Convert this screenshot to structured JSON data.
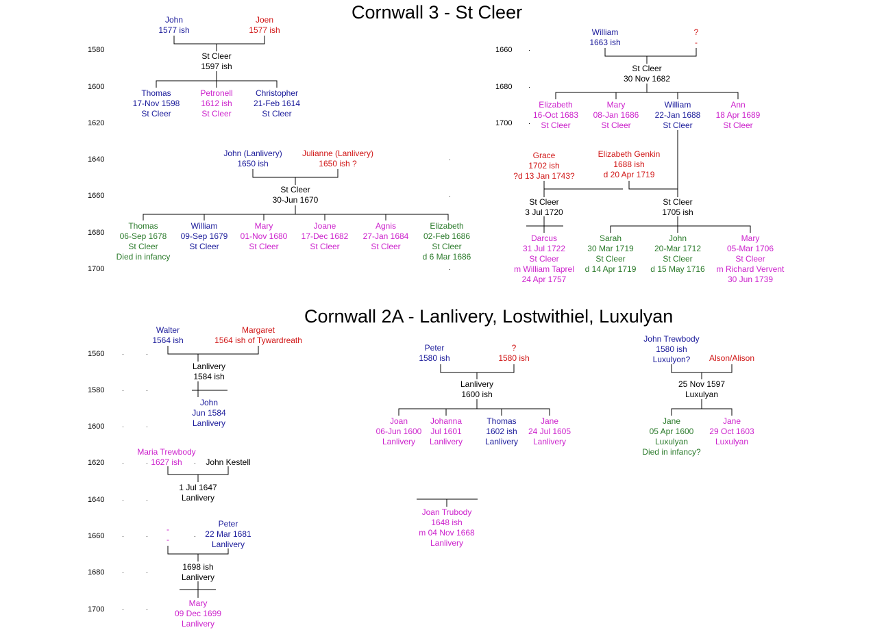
{
  "titles": {
    "cornwall3": "Cornwall 3  - St Cleer",
    "cornwall2a": "Cornwall 2A - Lanlivery, Lostwithiel, Luxulyan"
  },
  "years": {
    "left_top": [
      "1580",
      "1600",
      "1620",
      "1640",
      "1660",
      "1680",
      "1700"
    ],
    "right_top": [
      "1660",
      "1680",
      "1700"
    ],
    "bottom": [
      "1560",
      "1580",
      "1600",
      "1620",
      "1640",
      "1660",
      "1680",
      "1700"
    ]
  },
  "colors": {
    "male": "#1a1a9a",
    "female_spouse": "#d01515",
    "female": "#cc22cc",
    "died_young": "#2a7a2a",
    "marriage": "#000000"
  },
  "people": [
    {
      "id": "john1577",
      "color": "blue",
      "lines": [
        "John",
        "1577 ish"
      ]
    },
    {
      "id": "joen1577",
      "color": "red",
      "lines": [
        "Joen",
        "1577 ish"
      ]
    },
    {
      "id": "marr1597",
      "color": "black",
      "lines": [
        "St Cleer",
        "1597 ish"
      ]
    },
    {
      "id": "thomas1598",
      "color": "blue",
      "lines": [
        "Thomas",
        "17-Nov 1598",
        "St Cleer"
      ]
    },
    {
      "id": "petronell1612",
      "color": "pink",
      "lines": [
        "Petronell",
        "1612 ish",
        "St Cleer"
      ]
    },
    {
      "id": "christopher1614",
      "color": "blue",
      "lines": [
        "Christopher",
        "21-Feb 1614",
        "St Cleer"
      ]
    },
    {
      "id": "johnlan1650",
      "color": "blue",
      "lines": [
        "John (Lanlivery)",
        "1650 ish"
      ]
    },
    {
      "id": "julianne1650",
      "color": "red",
      "lines": [
        "Julianne (Lanlivery)",
        "1650 ish ?"
      ]
    },
    {
      "id": "marr1670",
      "color": "black",
      "lines": [
        "St Cleer",
        "30-Jun 1670"
      ]
    },
    {
      "id": "thomas1678",
      "color": "green",
      "lines": [
        "Thomas",
        "06-Sep 1678",
        "St Cleer",
        "Died in infancy"
      ]
    },
    {
      "id": "william1679",
      "color": "blue",
      "lines": [
        "William",
        "09-Sep 1679",
        "St Cleer"
      ]
    },
    {
      "id": "mary1680",
      "color": "pink",
      "lines": [
        "Mary",
        "01-Nov 1680",
        "St Cleer"
      ]
    },
    {
      "id": "joane1682",
      "color": "pink",
      "lines": [
        "Joane",
        "17-Dec 1682",
        "St Cleer"
      ]
    },
    {
      "id": "agnis1684",
      "color": "pink",
      "lines": [
        "Agnis",
        "27-Jan 1684",
        "St Cleer"
      ]
    },
    {
      "id": "elizabeth1686",
      "color": "green",
      "lines": [
        "Elizabeth",
        "02-Feb 1686",
        "St Cleer",
        "d 6 Mar 1686"
      ]
    },
    {
      "id": "william1663",
      "color": "blue",
      "lines": [
        "William",
        "1663 ish"
      ]
    },
    {
      "id": "unknown1663",
      "color": "red",
      "lines": [
        "?",
        "-"
      ]
    },
    {
      "id": "marr1682",
      "color": "black",
      "lines": [
        "St Cleer",
        "30 Nov 1682"
      ]
    },
    {
      "id": "elizabeth1683",
      "color": "pink",
      "lines": [
        "Elizabeth",
        "16-Oct 1683",
        "St Cleer"
      ]
    },
    {
      "id": "mary1686",
      "color": "pink",
      "lines": [
        "Mary",
        "08-Jan 1686",
        "St Cleer"
      ]
    },
    {
      "id": "william1688",
      "color": "blue",
      "lines": [
        "William",
        "22-Jan 1688",
        "St Cleer"
      ]
    },
    {
      "id": "ann1689",
      "color": "pink",
      "lines": [
        "Ann",
        "18 Apr 1689",
        "St Cleer"
      ]
    },
    {
      "id": "grace1702",
      "color": "red",
      "lines": [
        "Grace",
        "1702 ish",
        "?d 13 Jan 1743?"
      ]
    },
    {
      "id": "elizgenkin1688",
      "color": "red",
      "lines": [
        "Elizabeth Genkin",
        "1688 ish",
        "d 20 Apr 1719"
      ]
    },
    {
      "id": "marr1720",
      "color": "black",
      "lines": [
        "St Cleer",
        "3 Jul 1720"
      ]
    },
    {
      "id": "marr1705",
      "color": "black",
      "lines": [
        "St Cleer",
        "1705 ish"
      ]
    },
    {
      "id": "darcus1722",
      "color": "pink",
      "lines": [
        "Darcus",
        "31 Jul 1722",
        "St Cleer",
        "m William Taprel",
        "24 Apr 1757"
      ]
    },
    {
      "id": "sarah1719",
      "color": "green",
      "lines": [
        "Sarah",
        "30 Mar 1719",
        "St Cleer",
        "d 14 Apr 1719"
      ]
    },
    {
      "id": "john1712",
      "color": "green",
      "lines": [
        "John",
        "20-Mar 1712",
        "St Cleer",
        "d 15 May 1716"
      ]
    },
    {
      "id": "mary1706",
      "color": "pink",
      "lines": [
        "Mary",
        "05-Mar 1706",
        "St Cleer",
        "m Richard Vervent",
        "30 Jun 1739"
      ]
    },
    {
      "id": "walter1564",
      "color": "blue",
      "lines": [
        "Walter",
        "1564 ish"
      ]
    },
    {
      "id": "margaret1564",
      "color": "red",
      "lines": [
        "Margaret",
        "1564 ish of Tywardreath"
      ]
    },
    {
      "id": "marr1584",
      "color": "black",
      "lines": [
        "Lanlivery",
        "1584 ish"
      ]
    },
    {
      "id": "john1584",
      "color": "blue",
      "lines": [
        "John",
        "Jun 1584",
        "Lanlivery"
      ]
    },
    {
      "id": "mariatrew1627",
      "color": "pink",
      "lines": [
        "Maria Trewbody",
        "1627 ish"
      ]
    },
    {
      "id": "johnkestell",
      "color": "black",
      "lines": [
        "John Kestell"
      ]
    },
    {
      "id": "marr1647",
      "color": "black",
      "lines": [
        "1 Jul 1647",
        "Lanlivery"
      ]
    },
    {
      "id": "unknown1681",
      "color": "pink",
      "lines": [
        "-",
        "-"
      ]
    },
    {
      "id": "peter1681",
      "color": "blue",
      "lines": [
        "Peter",
        "22 Mar 1681",
        "Lanlivery"
      ]
    },
    {
      "id": "marr1698",
      "color": "black",
      "lines": [
        "1698 ish",
        "Lanlivery"
      ]
    },
    {
      "id": "mary1699",
      "color": "pink",
      "lines": [
        "Mary",
        "09 Dec 1699",
        "Lanlivery"
      ]
    },
    {
      "id": "peter1580",
      "color": "blue",
      "lines": [
        "Peter",
        "1580 ish"
      ]
    },
    {
      "id": "unknown1580",
      "color": "red",
      "lines": [
        "?",
        "1580 ish"
      ]
    },
    {
      "id": "marr1600",
      "color": "black",
      "lines": [
        "Lanlivery",
        "1600 ish"
      ]
    },
    {
      "id": "joan1600",
      "color": "pink",
      "lines": [
        "Joan",
        "06-Jun 1600",
        "Lanlivery"
      ]
    },
    {
      "id": "johanna1601",
      "color": "pink",
      "lines": [
        "Johanna",
        "Jul 1601",
        "Lanlivery"
      ]
    },
    {
      "id": "thomas1602",
      "color": "blue",
      "lines": [
        "Thomas",
        "1602 ish",
        "Lanlivery"
      ]
    },
    {
      "id": "jane1605",
      "color": "pink",
      "lines": [
        "Jane",
        "24 Jul 1605",
        "Lanlivery"
      ]
    },
    {
      "id": "joantrubody1648",
      "color": "pink",
      "lines": [
        "Joan Trubody",
        "1648 ish",
        "m 04 Nov 1668",
        "Lanlivery"
      ]
    },
    {
      "id": "johntrewbody1580",
      "color": "blue",
      "lines": [
        "John Trewbody",
        "1580 ish",
        "Luxulyon?"
      ]
    },
    {
      "id": "alson",
      "color": "red",
      "lines": [
        "Alson/Alison"
      ]
    },
    {
      "id": "marr1597lux",
      "color": "black",
      "lines": [
        "25 Nov 1597",
        "Luxulyan"
      ]
    },
    {
      "id": "jane1600",
      "color": "green",
      "lines": [
        "Jane",
        "05 Apr 1600",
        "Luxulyan",
        "Died in infancy?"
      ]
    },
    {
      "id": "jane1603",
      "color": "pink",
      "lines": [
        "Jane",
        "29 Oct 1603",
        "Luxulyan"
      ]
    }
  ]
}
